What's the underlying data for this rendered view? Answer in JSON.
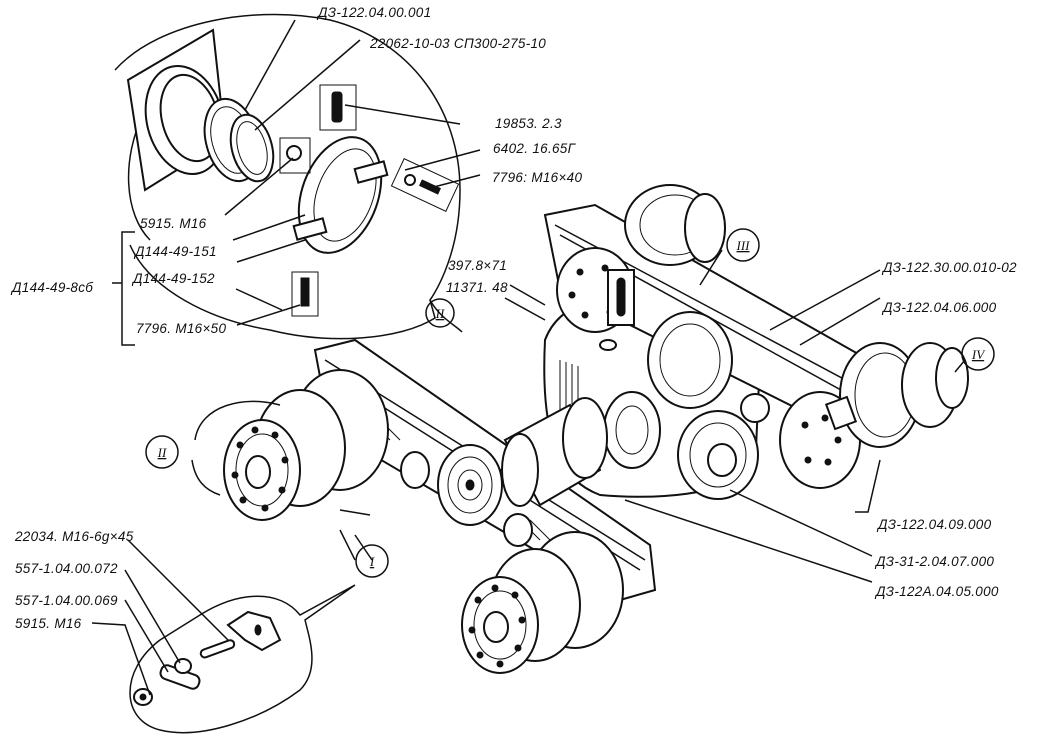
{
  "title": "Exploded assembly drawing of drive axle / final drive housing",
  "callouts": {
    "detail_I": "I",
    "detail_II": "II",
    "detail_III": "III",
    "detail_IV": "IV"
  },
  "labels": {
    "top_1": "ДЗ-122.04.00.001",
    "top_2": "22062-10-03 СП300-275-10",
    "r_1": "19853. 2.3",
    "r_2": "6402. 16.65Г",
    "r_3": "7796: М16×40",
    "l_1": "5915. М16",
    "l_2": "Д144-49-151",
    "l_3": "Д144-49-152",
    "l_4": "7796. М16×50",
    "group": "Д144-49-8сб",
    "mid_1": "397.8×71",
    "mid_2": "11371. 48",
    "right_1": "ДЗ-122.30.00.010-02",
    "right_2": "ДЗ-122.04.06.000",
    "br_1": "ДЗ-122.04.09.000",
    "br_2": "ДЗ-31-2.04.07.000",
    "br_3": "ДЗ-122А.04.05.000",
    "bl_1": "22034. М16-6g×45",
    "bl_2": "557-1.04.00.072",
    "bl_3": "557-1.04.00.069",
    "bl_4": "5915. М16"
  }
}
